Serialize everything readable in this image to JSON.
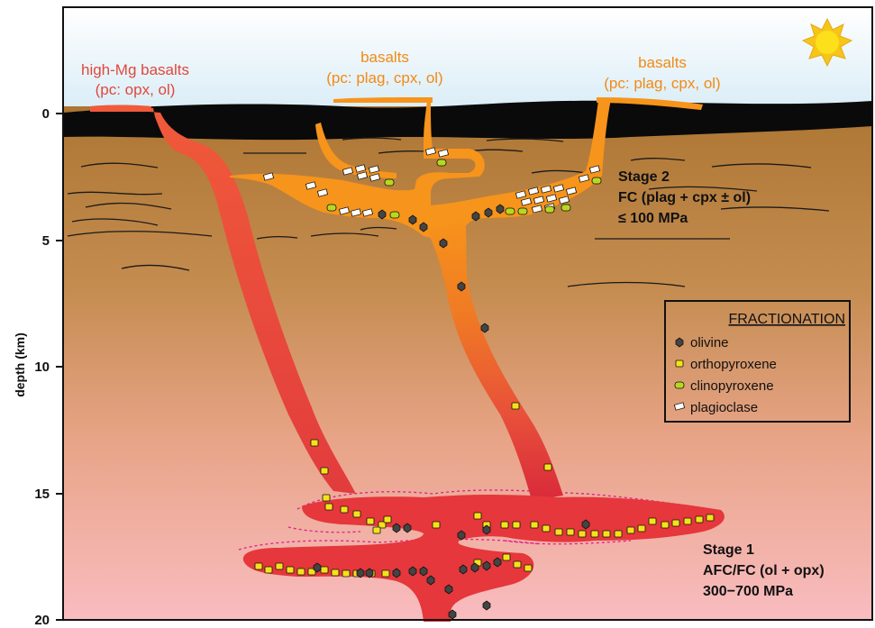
{
  "labels": {
    "high_mg_title": "high-Mg basalts",
    "high_mg_pc": "(pc: opx, ol)",
    "basalts_mid_title": "basalts",
    "basalts_mid_pc": "(pc: plag, cpx, ol)",
    "basalts_right_title": "basalts",
    "basalts_right_pc": "(pc: plag, cpx, ol)"
  },
  "stage2": {
    "title": "Stage 2",
    "process": "FC (plag + cpx ± ol)",
    "pressure": "≤ 100 MPa"
  },
  "stage1": {
    "title": "Stage 1",
    "process": "AFC/FC (ol + opx)",
    "pressure": "300−700 MPa"
  },
  "axis": {
    "title": "depth (km)",
    "ticks": [
      "0",
      "5",
      "10",
      "15",
      "20"
    ]
  },
  "legend": {
    "title": "FRACTIONATION",
    "items": [
      {
        "label": "olivine",
        "color": "#444444"
      },
      {
        "label": "orthopyroxene",
        "color": "#f5e21a"
      },
      {
        "label": "clinopyroxene",
        "color": "#b8d820"
      },
      {
        "label": "plagioclase",
        "color": "#ffffff"
      }
    ]
  },
  "colors": {
    "sky": "#e3f1f8",
    "surface_rock": "#0a0a0a",
    "shallow_crust": "#b27a34",
    "deep_crust": "#f6b6b6",
    "magma_shallow": "#f5891c",
    "magma_deep": "#e53b38",
    "sun": "#f8e51a"
  }
}
